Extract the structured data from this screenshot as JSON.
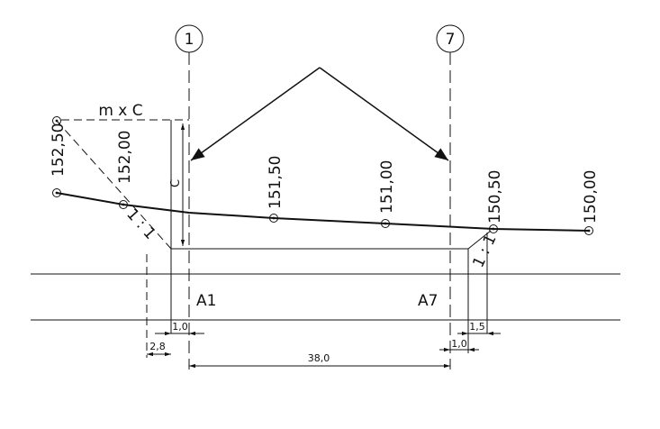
{
  "axes": [
    {
      "id": "1"
    },
    {
      "id": "7"
    }
  ],
  "elevations": {
    "e15250": "152,50",
    "e15200": "152,00",
    "e15150": "151,50",
    "e15100": "151,00",
    "e15050": "150,50",
    "e15000": "150,00"
  },
  "labels": {
    "mxc": "m x C",
    "c": "C",
    "slope_left": "1 : 1",
    "slope_right": "1 : 1",
    "a1": "A1",
    "a7": "A7"
  },
  "dims": {
    "d_10_left": "1,0",
    "d_28": "2,8",
    "d_380": "38,0",
    "d_10_right": "1,0",
    "d_15": "1,5"
  }
}
